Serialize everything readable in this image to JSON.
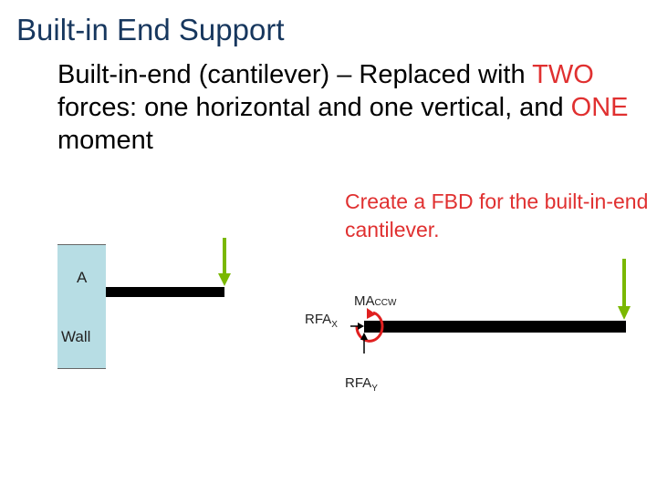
{
  "slide": {
    "title": "Built-in End Support",
    "body": {
      "part1": "Built-in-end (cantilever) – Replaced with ",
      "two": "TWO",
      "part2": " forces: one horizontal and one vertical, and ",
      "one": "ONE",
      "part3": " moment"
    },
    "prompt": "Create a FBD for the built-in-end cantilever."
  },
  "left_diagram": {
    "point_label": "A",
    "wall_label": "Wall"
  },
  "right_diagram": {
    "moment_label": "MA",
    "moment_sub": "CCW",
    "fx_label": "RFA",
    "fx_sub": "X",
    "fy_label": "RFA",
    "fy_sub": "Y"
  },
  "colors": {
    "title": "#17375e",
    "emphasis": "#e03030",
    "wall_fill": "#b7dde4",
    "load_arrow": "#7ab800",
    "moment_arc": "#e02020"
  }
}
